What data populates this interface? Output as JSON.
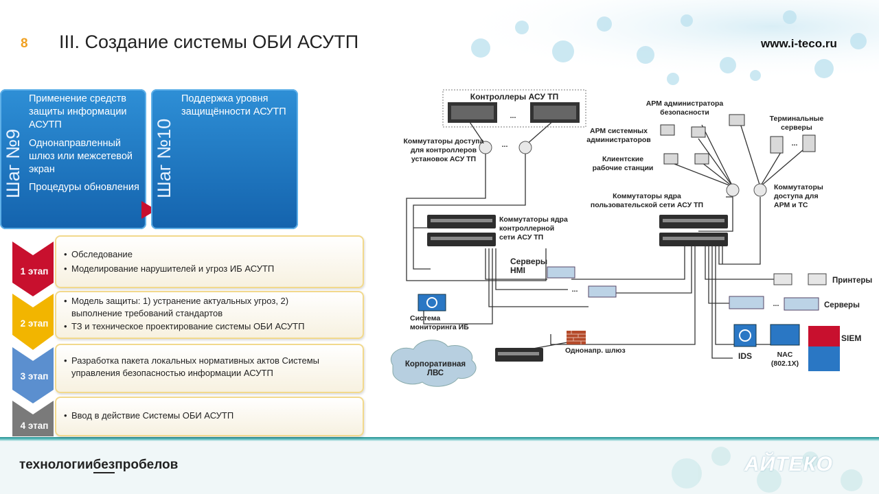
{
  "header": {
    "slide_number": "8",
    "title": "III. Создание системы ОБИ АСУТП",
    "url": "www.i-teco.ru"
  },
  "steps": [
    {
      "label": "Шаг №9",
      "lines": [
        "Применение средств защиты информации АСУТП",
        "Однонаправленный шлюз или межсетевой экран",
        "Процедуры обновления"
      ]
    },
    {
      "label": "Шаг №10",
      "lines": [
        "Поддержка уровня защищённости АСУТП"
      ]
    }
  ],
  "stages": [
    {
      "label": "1 этап",
      "color": "#c8102e",
      "bullets": [
        "Обследование",
        "Моделирование нарушителей и угроз ИБ АСУТП"
      ]
    },
    {
      "label": "2 этап",
      "color": "#f2b500",
      "bullets": [
        "Модель защиты: 1) устранение актуальных угроз, 2) выполнение требований стандартов",
        "ТЗ и техническое проектирование системы ОБИ АСУТП"
      ]
    },
    {
      "label": "3 этап",
      "color": "#5b8fcf",
      "bullets": [
        "Разработка пакета локальных нормативных актов Системы управления безопасностью  информации АСУТП"
      ]
    },
    {
      "label": "4 этап",
      "color": "#7a7a7a",
      "bullets": [
        "Ввод в действие Системы ОБИ АСУТП"
      ]
    }
  ],
  "diagram": {
    "controllers": "Контроллеры АСУ ТП",
    "ellipsis": "...",
    "access_switches": [
      "Коммутаторы доступа",
      "для контроллеров",
      "установок АСУ ТП"
    ],
    "core_ctrl": [
      "Коммутаторы ядра",
      "контроллерной",
      "сети АСУ ТП"
    ],
    "hmi": [
      "Серверы",
      "HMI"
    ],
    "monitoring": [
      "Система",
      "мониторинга ИБ"
    ],
    "gateway": "Однонапр. шлюз",
    "corp_lan": [
      "Корпоративная",
      "ЛВС"
    ],
    "arm_admin_sec": [
      "АРМ администратора",
      "безопасности"
    ],
    "arm_sys_admins": [
      "АРМ системных",
      "администраторов"
    ],
    "client_ws": [
      "Клиентские",
      "рабочие станции"
    ],
    "terminal_servers": [
      "Терминальные",
      "серверы"
    ],
    "access_arm": [
      "Коммутаторы",
      "доступа для",
      "АРМ и ТС"
    ],
    "core_user": [
      "Коммутаторы ядра",
      "пользовательской сети АСУ ТП"
    ],
    "printers": "Принтеры",
    "servers": "Серверы",
    "ids": "IDS",
    "nac": [
      "NAC",
      "(802.1X)"
    ],
    "siem": "SIEM"
  },
  "footer": {
    "brand_part1": "технологии",
    "brand_part2": "без",
    "brand_part3": "пробелов",
    "logo": "АЙТЕКО"
  }
}
